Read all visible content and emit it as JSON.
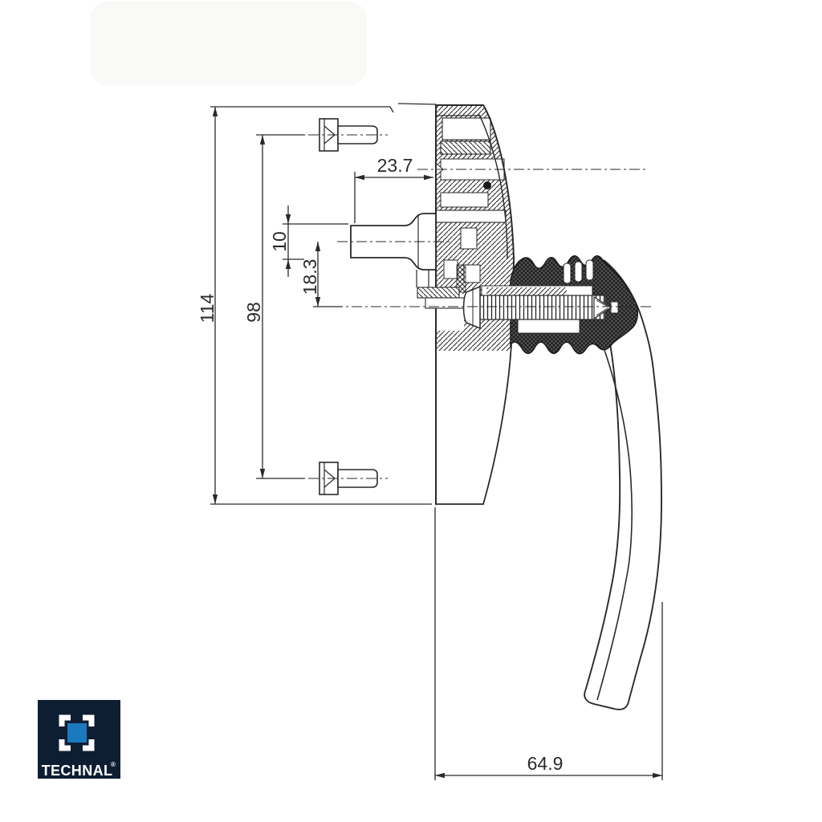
{
  "page": {
    "background_color": "#ffffff"
  },
  "drawing": {
    "line_color": "#2a2a2a",
    "dimensions": {
      "overall_height": "114",
      "fixing_screw_spacing": "98",
      "spindle_square": "10",
      "axis_offset": "18.3",
      "spindle_projection": "23.7",
      "handle_depth": "64.9"
    }
  },
  "logo": {
    "brand": "TECHNAL",
    "registered_mark": "®",
    "background_color": "#0d1e33",
    "square_color": "#1d79bd",
    "text_color": "#ffffff"
  }
}
